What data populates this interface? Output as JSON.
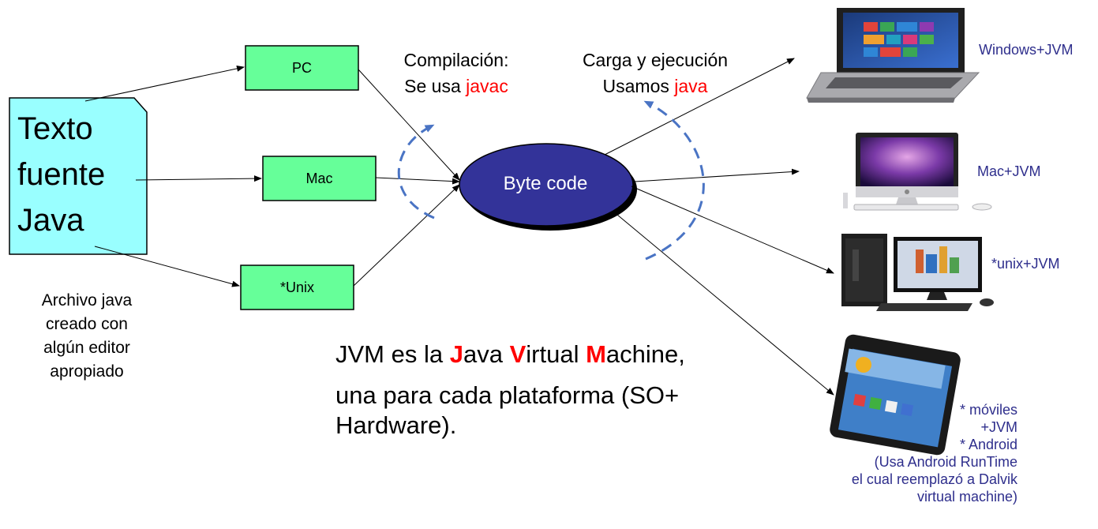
{
  "source": {
    "line1": "Texto",
    "line2": "fuente",
    "line3": "Java",
    "note_lines": [
      "Archivo java",
      "creado con",
      "algún editor",
      "apropiado"
    ]
  },
  "compilers": {
    "pc": "PC",
    "mac": "Mac",
    "unix": "*Unix"
  },
  "compile_heading": {
    "line1": "Compilación:",
    "line2_prefix": "Se usa ",
    "line2_red": "javac"
  },
  "run_heading": {
    "line1": "Carga y ejecución",
    "line2_prefix": "Usamos ",
    "line2_red": "java"
  },
  "bytecode": "Byte code",
  "platforms": {
    "windows": "Windows+JVM",
    "mac": "Mac+JVM",
    "unix": "*unix+JVM",
    "mobile_lines": [
      "* móviles",
      "+JVM",
      "* Android",
      "(Usa Android RunTime",
      "el cual reemplazó a Dalvik",
      "virtual machine)"
    ]
  },
  "jvm_text": {
    "p1_a": "JVM es la ",
    "p1_J": "J",
    "p1_b": "ava ",
    "p1_V": "V",
    "p1_c": "irtual ",
    "p1_M": "M",
    "p1_d": "achine,",
    "p2": "una para cada plataforma (SO+ Hardware)."
  },
  "colors": {
    "box_fill": "#66ff99",
    "doc_fill": "#99ffff",
    "bytecode_fill": "#333399",
    "accent_red": "#ff0000",
    "label_purple": "#2e2e8c",
    "dash_blue": "#4a74c4"
  }
}
